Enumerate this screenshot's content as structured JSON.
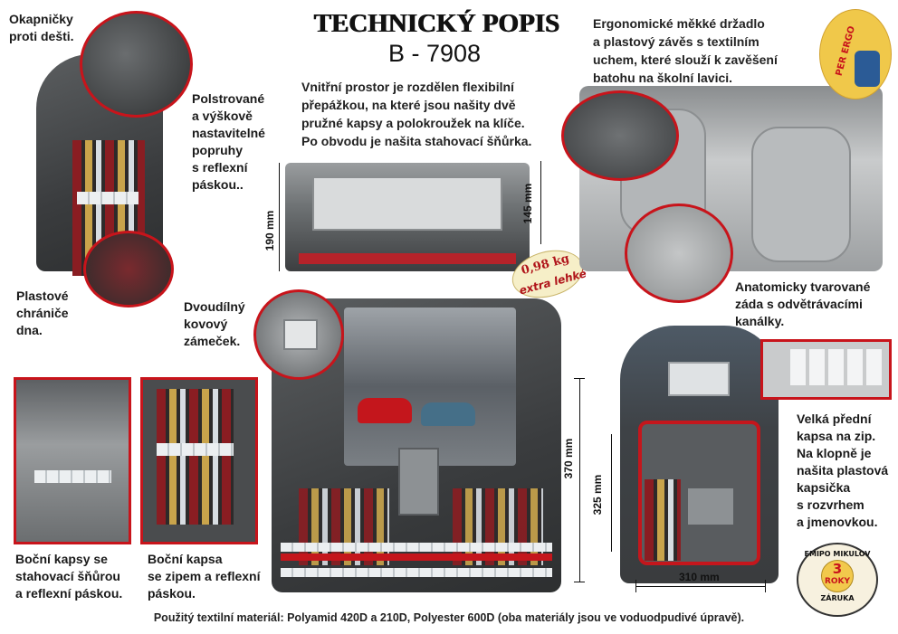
{
  "header": {
    "title": "TECHNICKÝ POPIS",
    "model": "B - 7908"
  },
  "descriptions": {
    "interior": [
      "Vnitřní prostor je rozdělen flexibilní",
      "přepážkou, na které jsou našity dvě",
      "pružné kapsy a polokroužek na klíče.",
      "Po obvodu je našita stahovací šňůrka."
    ],
    "handle": [
      "Ergonomické měkké držadlo",
      "a plastový závěs s textilním",
      "uchem, které slouží k zavěšení",
      "batohu na školní lavici."
    ],
    "rain": [
      "Okapničky",
      "proti dešti."
    ],
    "straps": [
      "Polstrované",
      "a výškově",
      "nastavitelné",
      "popruhy",
      "s reflexní",
      "páskou.."
    ],
    "bottom": [
      "Plastové",
      "chrániče",
      "dna."
    ],
    "lock": [
      "Dvoudílný",
      "kovový",
      "zámeček."
    ],
    "back": [
      "Anatomicky tvarované",
      "záda s odvětrávacími",
      "kanálky."
    ],
    "front_pocket": [
      "Velká přední",
      "kapsa na zip.",
      "Na klopně je",
      "našita plastová",
      "kapsička",
      "s rozvrhem",
      "a jmenovkou."
    ],
    "side_pockets": [
      "Boční kapsy se",
      "stahovací šňůrou",
      "a reflexní páskou."
    ],
    "side_pocket": [
      "Boční kapsa",
      "se zipem a reflexní",
      "páskou."
    ]
  },
  "dimensions": {
    "inner_height": "190 mm",
    "inner_depth": "145 mm",
    "height": "370 mm",
    "front_height": "325 mm",
    "width": "310 mm"
  },
  "weight_badge": {
    "weight": "0,98 kg",
    "label": "extra lehké"
  },
  "ergo_badge": {
    "label": "PER ERGO"
  },
  "warranty_badge": {
    "top": "EMIPO MIKULOV",
    "years": "3",
    "unit": "ROKY",
    "bottom": "ZÁRUKA"
  },
  "footer": "Použitý textilní materiál: Polyamid 420D a 210D, Polyester 600D (oba materiály jsou ve voduodpudivé úpravě).",
  "colors": {
    "accent": "#c8141b",
    "bag": "#3a3c3e"
  }
}
